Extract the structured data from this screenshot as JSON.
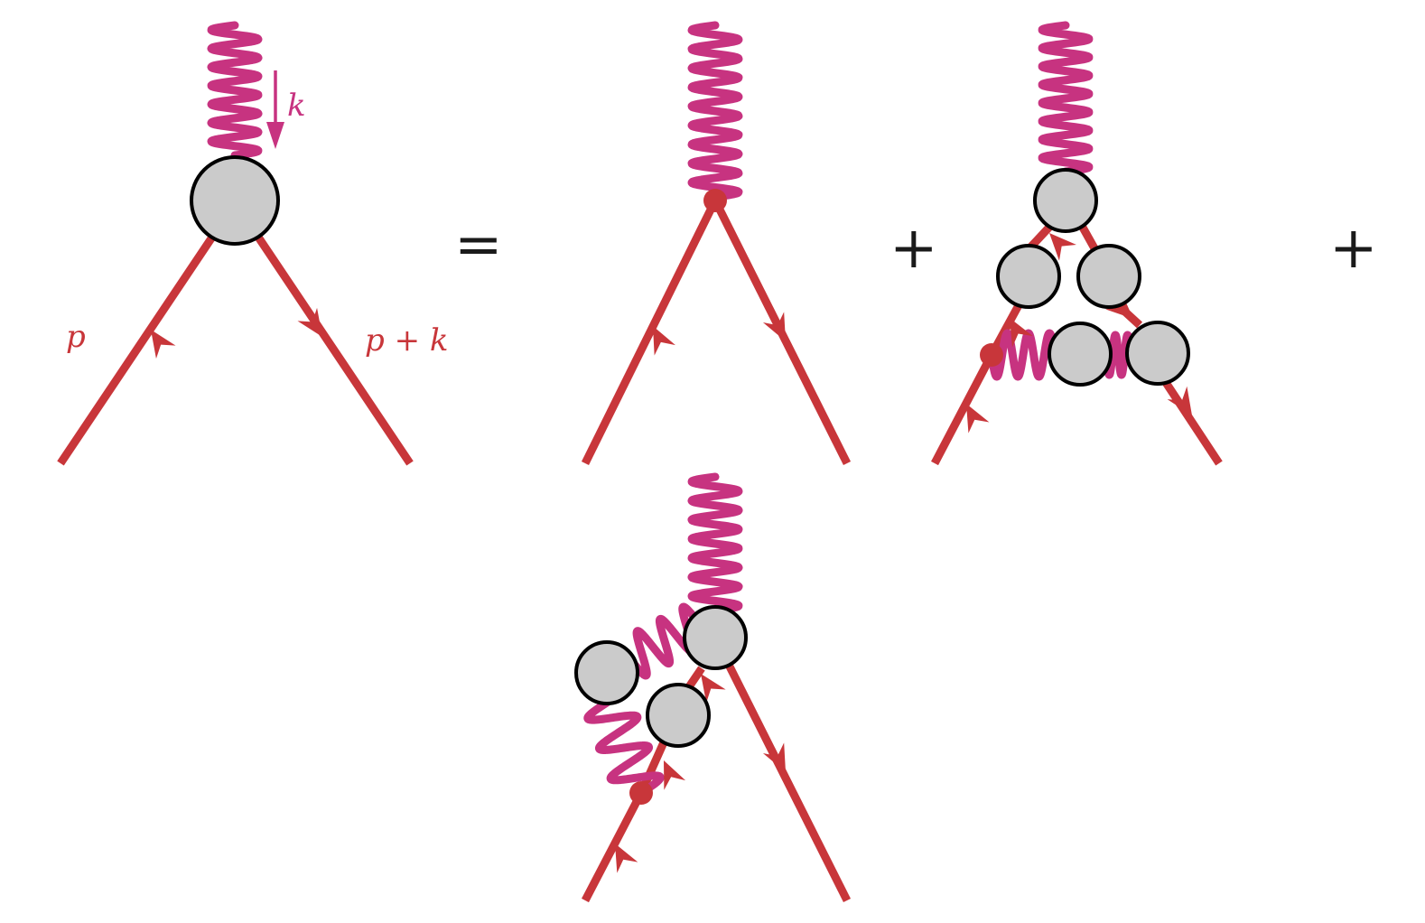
{
  "labels": {
    "k": "k",
    "p": "p",
    "p_plus_k": "p + k"
  },
  "operators": {
    "equals": "=",
    "plus_1": "+",
    "plus_2": "+"
  },
  "colors": {
    "fermion": "#c8363a",
    "photon": "#c73380",
    "blob_fill": "#cbcbcb",
    "blob_stroke": "#000000"
  }
}
